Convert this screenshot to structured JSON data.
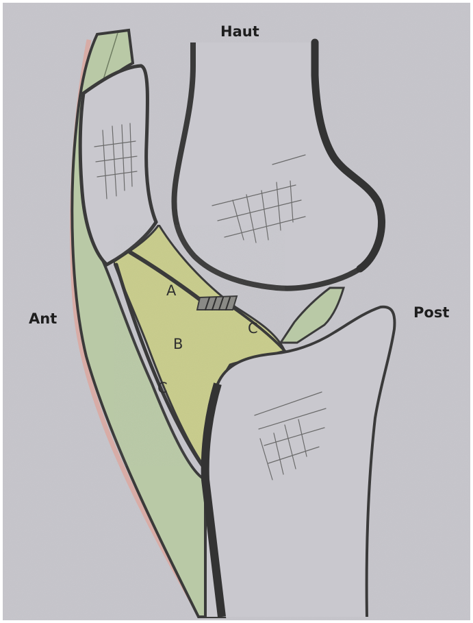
{
  "orientation_labels": {
    "top": "Haut",
    "anterior": "Ant",
    "posterior": "Post"
  },
  "region_labels": {
    "a": "A",
    "b": "B",
    "c_posterior": "C",
    "c_anterior": "C"
  },
  "colors": {
    "paper": "#c7c6cc",
    "tendon_green": "#b9c9a6",
    "fat_pad_yellow": "#c9cd8e",
    "outline": "#3a3a3a",
    "skin_edge": "#d8aca6"
  }
}
